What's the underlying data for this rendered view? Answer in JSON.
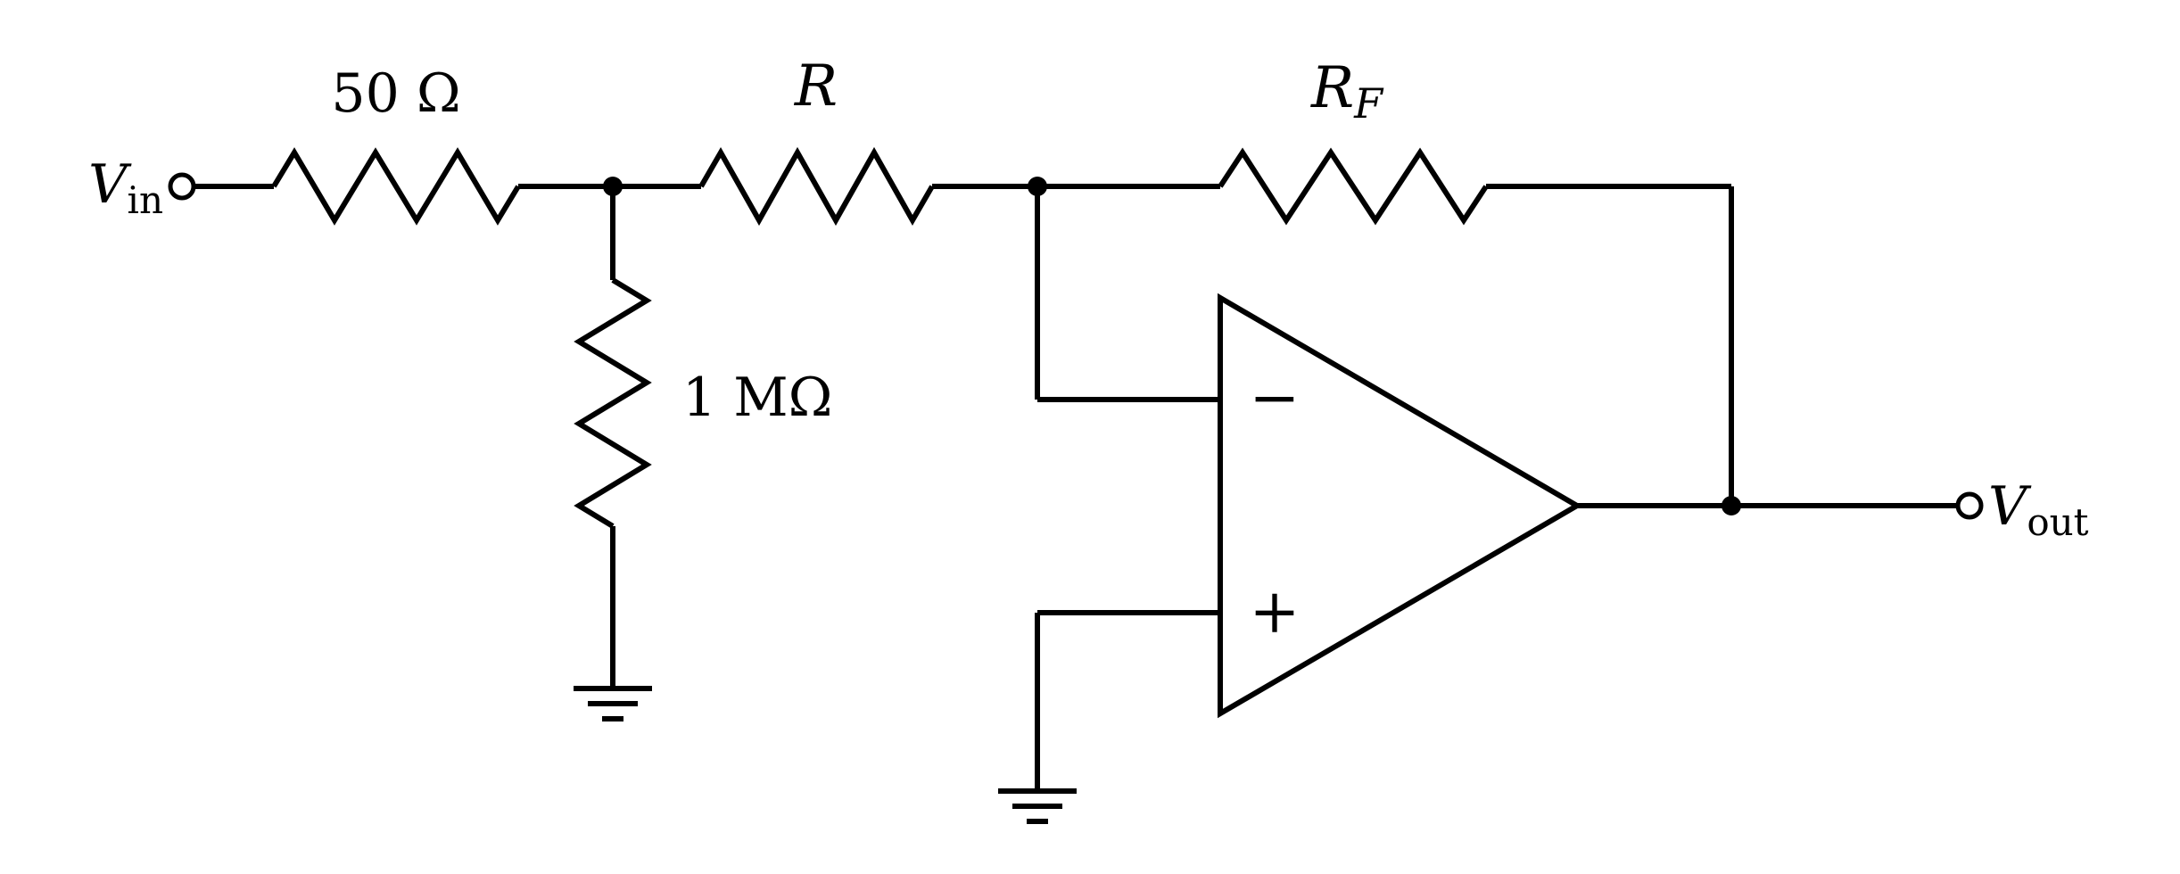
{
  "figure": {
    "background": "#ffffff",
    "stroke_color": "#000000",
    "text_color": "#000000"
  },
  "labels": {
    "vin": {
      "base": "V",
      "sub": "in"
    },
    "r_source": "50 Ω",
    "r_series": "R",
    "r_shunt": "1 MΩ",
    "r_feedback": {
      "base": "R",
      "sub": "F"
    },
    "opamp_minus": "−",
    "opamp_plus": "+",
    "vout": {
      "base": "V",
      "sub": "out"
    }
  }
}
